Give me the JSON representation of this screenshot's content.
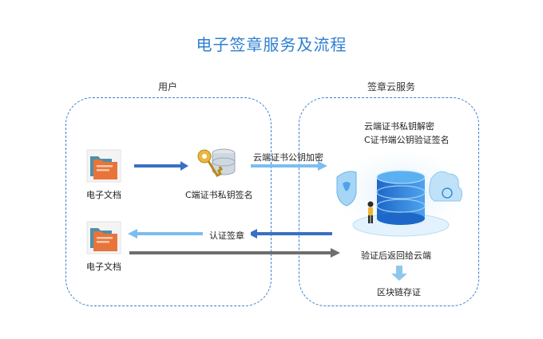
{
  "title": "电子签章服务及流程",
  "panels": {
    "user": {
      "label": "用户"
    },
    "cloud": {
      "label": "签章云服务"
    }
  },
  "user_side": {
    "doc_top_label": "电子文档",
    "doc_bottom_label": "电子文档",
    "c_sign_label": "C端证书私钥签名"
  },
  "cloud_side": {
    "text_line1": "云端证书私钥解密",
    "text_line2": "C证书端公钥验证签名",
    "verify_return": "验证后返回给云端",
    "blockchain": "区块链存证"
  },
  "arrows": {
    "encrypt_label": "云端证书公钥加密",
    "auth_label": "认证签章"
  },
  "colors": {
    "title": "#2f7fd0",
    "panel_border": "#3a7fd0",
    "arrow_blue_dark": "#3a6fc4",
    "arrow_blue_light": "#7cbdf0",
    "arrow_gray": "#6e6e6e",
    "folder_orange": "#e8743b",
    "folder_teal": "#4a90a8"
  },
  "icons": [
    "folder-icon",
    "key-icon",
    "database-icon",
    "cloud-shield-icon",
    "person-icon"
  ]
}
